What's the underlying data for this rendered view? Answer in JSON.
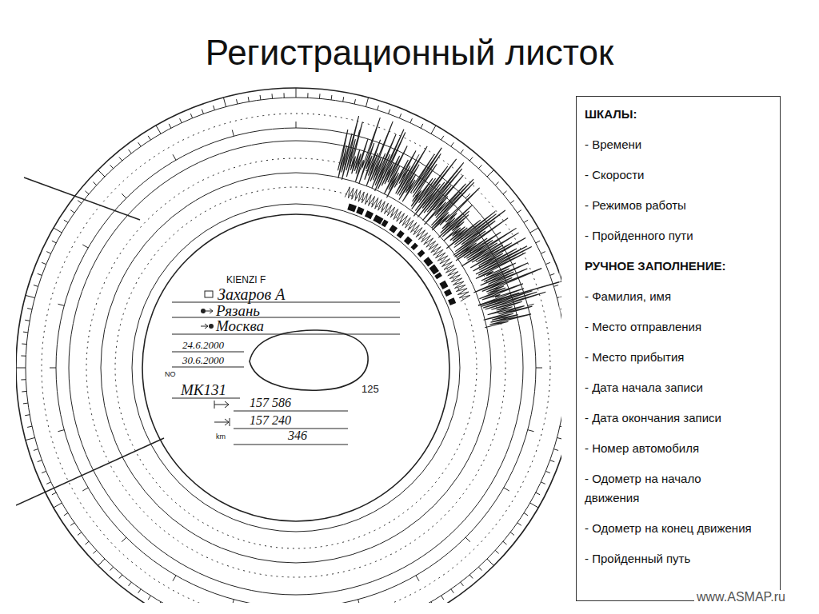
{
  "diagram": {
    "title": "Регистрационный листок",
    "nodes": [
      {
        "text": [
          "ШКАЛЫ:",
          "- Времени",
          "- Скорости",
          "- Режимов работы",
          "- Пройденного пути",
          "РУЧНОЕ ЗАПОЛНЕНИЕ:",
          "- Фамилия, имя",
          "- Место отправления",
          "- Место прибытия",
          "- Дата начала записи",
          "- Дата окончания записи",
          "- Номер автомобиля",
          "- Одометр на начало движения",
          "- Одометр на конец движения",
          "- Пройденный путь"
        ]
      }
    ],
    "edges": [],
    "labels": [
      "KIENZI F",
      "Захаров А",
      "Рязань",
      "Москва",
      "24.6.2000",
      "30.6.2000",
      "NO",
      "МК131",
      "125",
      "157 586",
      "157 240",
      "km",
      "346",
      "www.ASMAP.ru"
    ]
  }
}
